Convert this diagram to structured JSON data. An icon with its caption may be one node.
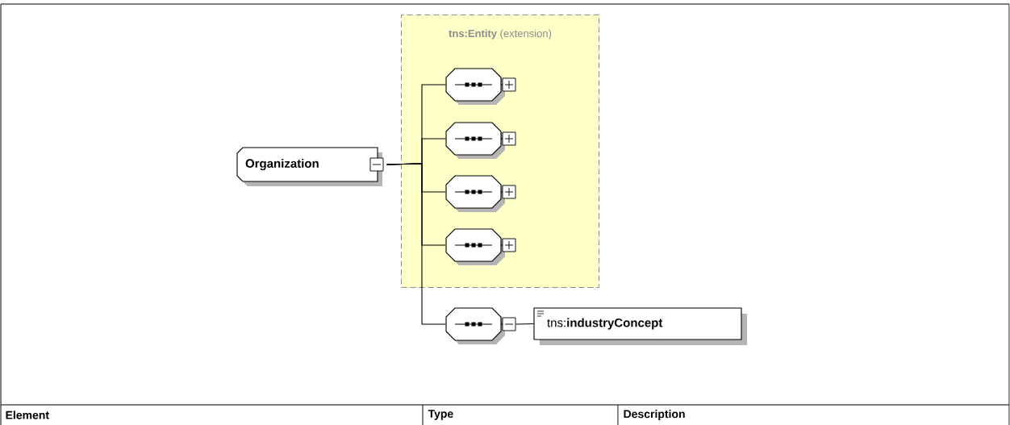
{
  "diagram": {
    "nodes": [
      {
        "text": [
          "Organization"
        ]
      },
      {
        "text": [
          "**tns:Entity** (extension)"
        ]
      },
      {
        "text": [],
        "shape": "octagon",
        "in": 1
      },
      {
        "text": [],
        "shape": "octagon",
        "in": 1
      },
      {
        "text": [],
        "shape": "octagon",
        "in": 1
      },
      {
        "text": [],
        "shape": "octagon",
        "in": 1
      },
      {
        "text": [],
        "shape": "octagon"
      },
      {
        "text": [
          "tns:**industryConcept**"
        ]
      }
    ],
    "edges": [
      {
        "from": 0,
        "to": 2,
        "arrow": "none"
      },
      {
        "from": 0,
        "to": 3,
        "arrow": "none"
      },
      {
        "from": 0,
        "to": 4,
        "arrow": "none"
      },
      {
        "from": 0,
        "to": 5,
        "arrow": "none"
      },
      {
        "from": 0,
        "to": 6,
        "arrow": "none"
      },
      {
        "from": 6,
        "to": 7,
        "arrow": "none"
      }
    ],
    "labels": [
      "Element",
      "Type",
      "Description"
    ]
  }
}
